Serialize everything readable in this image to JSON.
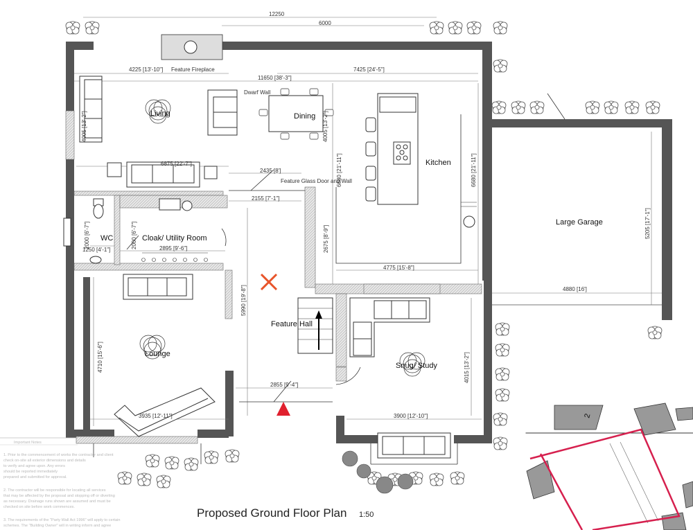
{
  "title": "Proposed Ground Floor Plan",
  "scale": "1:50",
  "rooms": {
    "living": "Living",
    "dining": "Dining",
    "kitchen": "Kitchen",
    "large_garage": "Large Garage",
    "wc": "WC",
    "cloak_utility": "Cloak/ Utility Room",
    "feature_hall": "Feature Hall",
    "lounge": "Lounge",
    "snug_study": "Snug/ Study"
  },
  "features": {
    "fireplace": "Feature Fireplace",
    "dwarf_wall": "Dwarf Wall",
    "glass_door": "Feature Glass Door and Wall"
  },
  "dimensions": {
    "overall_width": "12250",
    "top_6000": "6000",
    "living_width": "4225 [13'-10\"]",
    "kitchen_width_top": "7425 [24'-5\"]",
    "living_dining_width": "11650 [38'-3\"]",
    "living_depth": "4005 [13'-2\"]",
    "dining_depth": "4005 [13'-2\"]",
    "living_lower": "6875 [22'-7\"]",
    "hall_2435": "2435 [8']",
    "hall_2155": "2155 [7'-1\"]",
    "kitchen_depth_left": "6680 [21'-11\"]",
    "kitchen_depth_right": "6680 [21'-11\"]",
    "garage_depth": "5205 [17'-1\"]",
    "garage_width": "4880 [16']",
    "wc_depth": "2000 [6'-7\"]",
    "wc_width": "1250 [4'-1\"]",
    "cloak_depth": "2000 [6'-7\"]",
    "cloak_width": "2895 [9'-6\"]",
    "kitchen_lower": "2675 [8'-9\"]",
    "kitchen_bottom": "4775 [15'-8\"]",
    "hall_depth": "5990 [19'-8\"]",
    "lounge_depth": "4710 [15'-6\"]",
    "lounge_width": "3935 [12'-11\"]",
    "entrance_width": "2855 [9'-4\"]",
    "snug_depth": "4015 [13'-2\"]",
    "snug_width": "3900 [12'-10\"]"
  },
  "notes": {
    "heading": "Important Notes",
    "n1": [
      "1. Prior to the commencement of works the contractor and client",
      "   check on-site all exterior dimensions and details",
      "   to verify and agree upon. Any errors",
      "   should be reported immediately",
      "   prepared and submitted for approval."
    ],
    "n2": [
      "2. The contractor will be responsible for locating all services",
      "   that may be affected by the proposal and stopping off or diverting",
      "   as necessary. Drainage runs shown are assumed and must be",
      "   checked on site before work commences."
    ],
    "n3": [
      "3. The requirements of the \"Party Wall Act 1996\" will apply to certain",
      "   schemes. The \"Building Owner\" will in writing inform and agree"
    ]
  },
  "location_map": {
    "plot_number": "2"
  },
  "colors": {
    "wall": "#555555",
    "boundary": "#d6204e",
    "marker_cross": "#e8542a",
    "marker_triangle": "#e0202e"
  }
}
